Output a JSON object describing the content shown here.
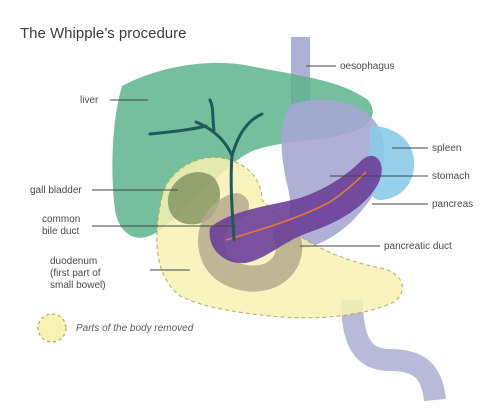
{
  "title": "The Whipple’s procedure",
  "labels": {
    "oesophagus": "oesophagus",
    "liver": "liver",
    "spleen": "spleen",
    "stomach": "stomach",
    "gall_bladder": "gall bladder",
    "pancreas": "pancreas",
    "common_bile_duct": [
      "common",
      "bile duct"
    ],
    "pancreatic_duct": "pancreatic duct",
    "duodenum": [
      "duodenum",
      "(first part of",
      "small bowel)"
    ]
  },
  "legend": {
    "removed": "Parts of the body removed"
  },
  "colors": {
    "liver": "#5db48e",
    "oesophagus_stomach": "#a5a7d2",
    "spleen": "#8ccbe9",
    "pancreas": "#6b3f98",
    "pancreatic_duct": "#e07a3c",
    "bile_ducts": "#1d5a5a",
    "removed_area": "#f7f2b4"
  }
}
